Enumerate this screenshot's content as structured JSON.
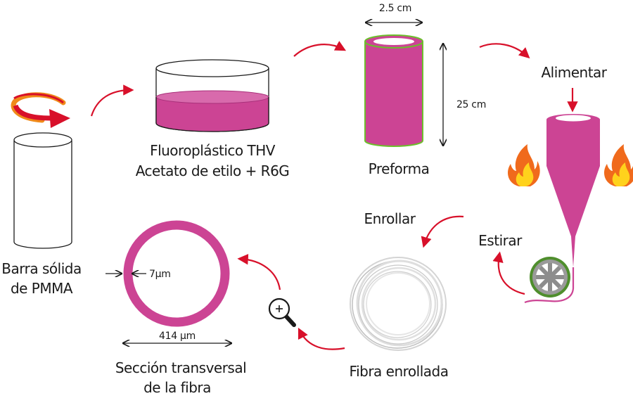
{
  "labels": {
    "rod_line1": "Barra sólida",
    "rod_line2": "de PMMA",
    "solution_line1": "Fluoroplástico THV",
    "solution_line2": "Acetato de etilo + R6G",
    "preform": "Preforma",
    "feed": "Alimentar",
    "draw": "Estirar",
    "wind": "Enrollar",
    "wound_fiber": "Fibra enrollada",
    "cross_section_line1": "Sección transversal",
    "cross_section_line2": "de la fibra"
  },
  "dimensions": {
    "preform_diameter": "2.5 cm",
    "preform_length": "25 cm",
    "cladding_thickness": "7µm",
    "fiber_diameter": "414 µm"
  },
  "colors": {
    "magenta": "#cc4494",
    "arrow_red": "#d8102a",
    "green_rim": "#6cbf2c",
    "flame_orange": "#f06a1c",
    "flame_yellow": "#ffd21c",
    "spool_gray": "#8d8d8d",
    "spool_rim": "#4f8e2d"
  },
  "icons": [
    "rotation-arrow-icon",
    "flame-icon",
    "magnifier-icon",
    "spool-icon"
  ]
}
